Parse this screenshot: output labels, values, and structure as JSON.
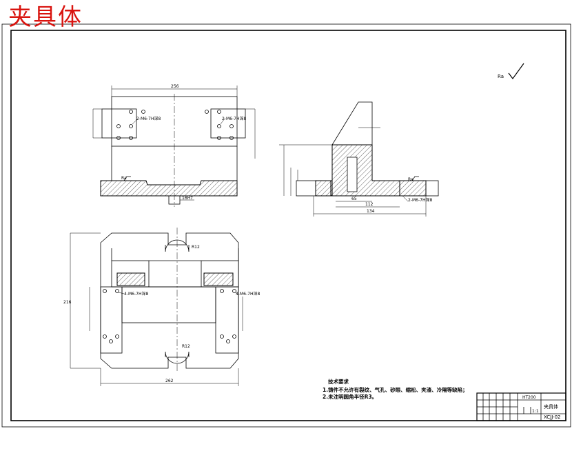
{
  "title_overlay": "夹具体",
  "surface_finish": "Ra",
  "notes": {
    "heading": "技术要求",
    "line1": "1.铸件不允许有裂纹、气孔、砂眼、缩松、夹渣、冷隔等缺陷；",
    "line2": "2.未注明圆角半径R3。"
  },
  "front_view": {
    "overall_width": "256",
    "thread_left": "2-M6-7H深8",
    "thread_right": "2-M6-7H深8",
    "fit": "16H7",
    "ra": "Ra"
  },
  "side_view": {
    "dim_bottom": "134",
    "dim_mid": "112",
    "dim_inner": "65",
    "thread": "2-M6-7H深8",
    "ra": "Ra"
  },
  "top_view": {
    "overall_width": "262",
    "overall_height": "216",
    "thread_left": "4-M6-7H深8",
    "thread_right": "4-M6-7H深8",
    "r_top": "R12",
    "r_bottom": "R12"
  },
  "title_block": {
    "drawing_name": "夹具体",
    "drawing_number": "XCJJ-02",
    "material": "HT200",
    "scale": "1:1"
  }
}
